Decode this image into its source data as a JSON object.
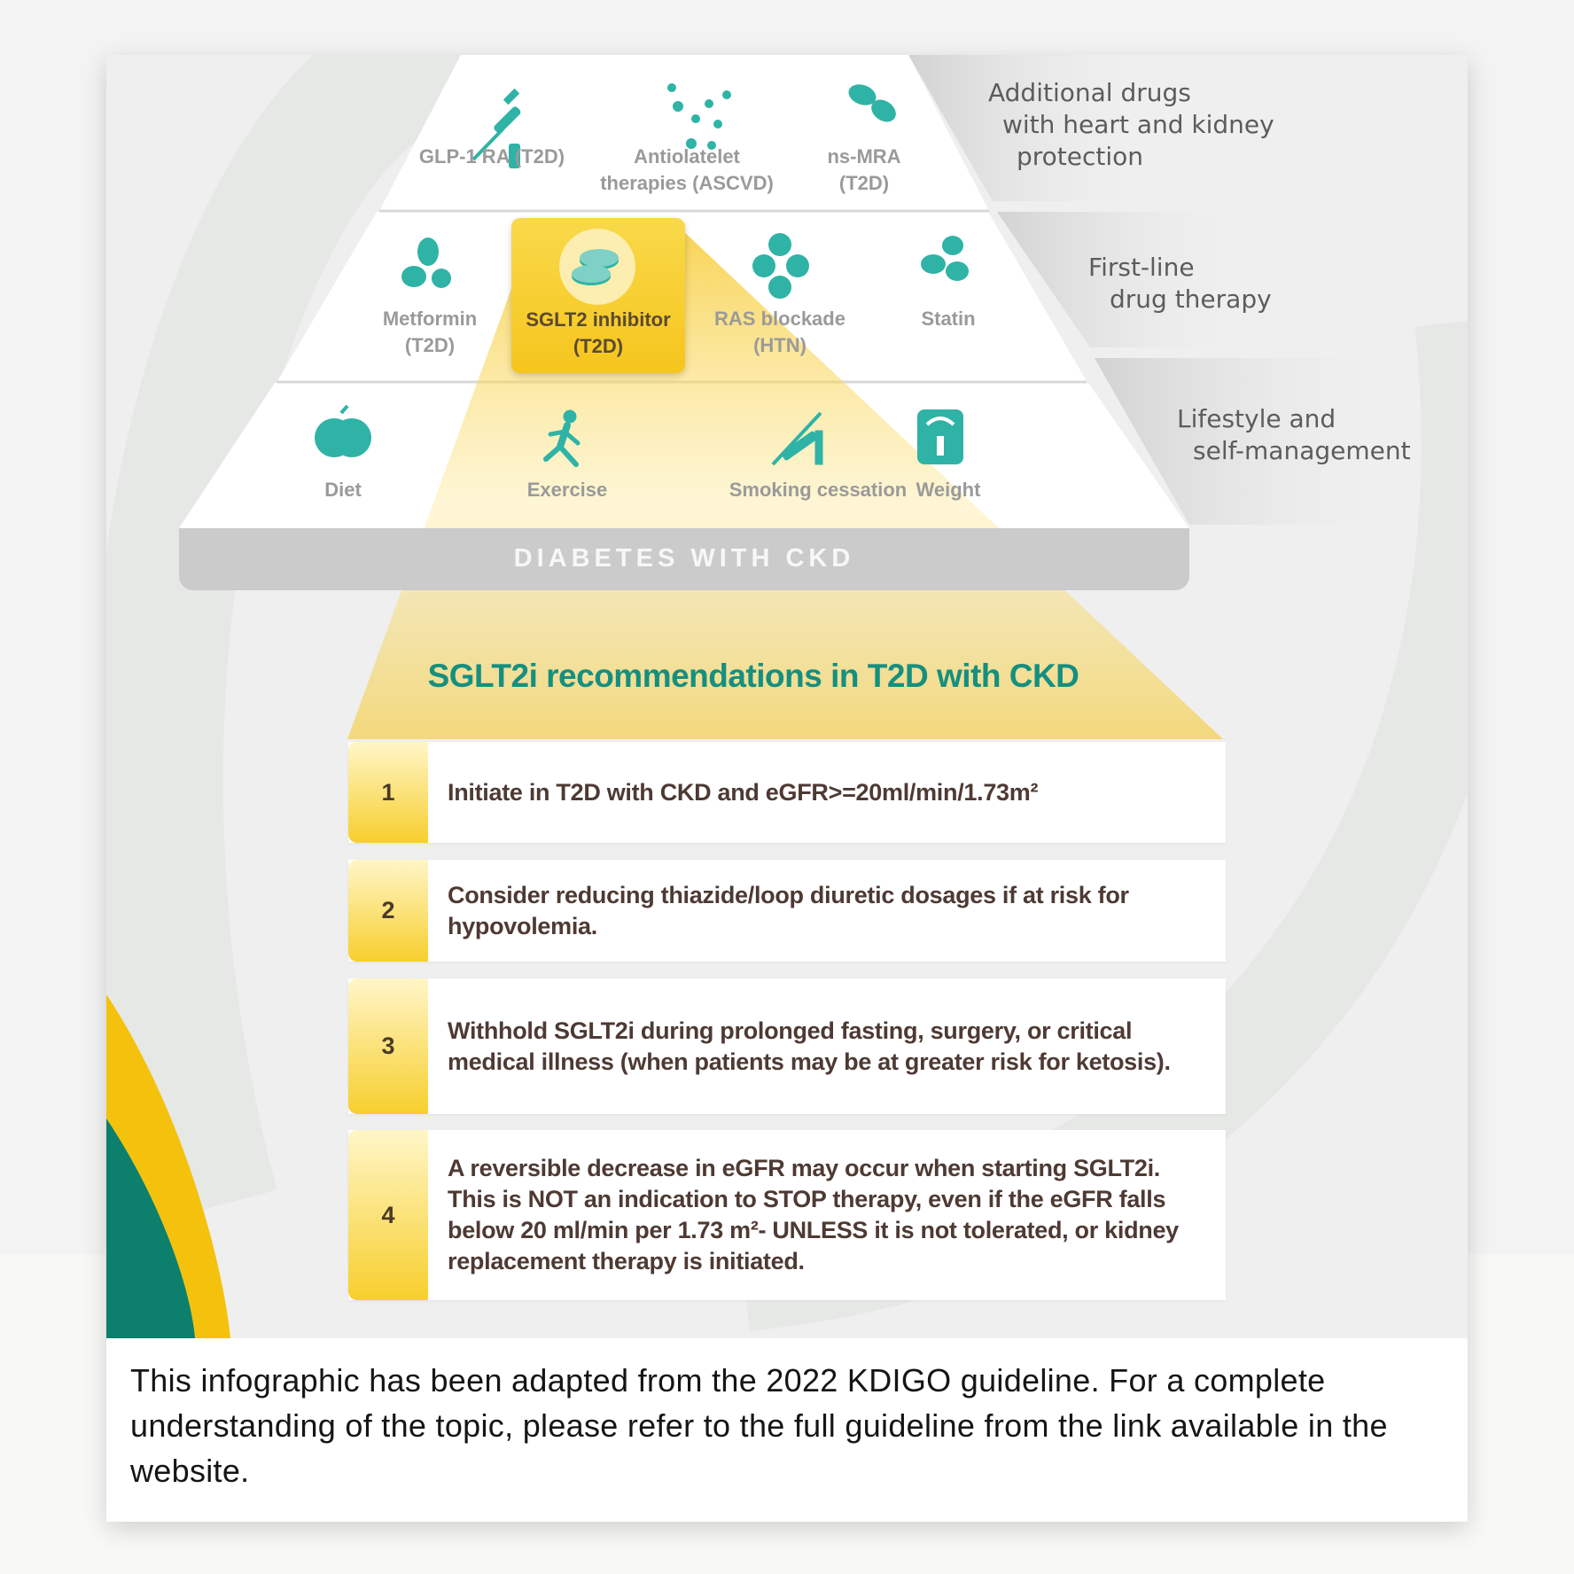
{
  "pyramid": {
    "tiers": [
      {
        "label_lines": [
          "Additional drugs",
          "with heart and kidney",
          "protection"
        ],
        "items": [
          {
            "icon": "syringe-icon",
            "lines": [
              "GLP-1 RA (T2D)"
            ]
          },
          {
            "icon": "pills-scatter-icon",
            "lines": [
              "Antiolatelet",
              "therapies (ASCVD)"
            ]
          },
          {
            "icon": "capsules-icon",
            "lines": [
              "ns-MRA",
              "(T2D)"
            ]
          }
        ]
      },
      {
        "label_lines": [
          "First-line",
          "drug therapy"
        ],
        "items": [
          {
            "icon": "pills-icon",
            "lines": [
              "Metformin",
              "(T2D)"
            ]
          },
          {
            "icon": "tablet-icon",
            "lines": [
              "SGLT2 inhibitor",
              "(T2D)"
            ],
            "highlighted": true
          },
          {
            "icon": "pills-cluster-icon",
            "lines": [
              "RAS blockade",
              "(HTN)"
            ]
          },
          {
            "icon": "pills-icon",
            "lines": [
              "Statin"
            ]
          }
        ]
      },
      {
        "label_lines": [
          "Lifestyle and",
          "self-management"
        ],
        "items": [
          {
            "icon": "apple-icon",
            "lines": [
              "Diet"
            ]
          },
          {
            "icon": "running-person-icon",
            "lines": [
              "Exercise"
            ]
          },
          {
            "icon": "no-smoking-icon",
            "lines": [
              "Smoking cessation"
            ]
          },
          {
            "icon": "scale-icon",
            "lines": [
              "Weight"
            ]
          }
        ]
      }
    ],
    "base_label": "DIABETES WITH CKD"
  },
  "recommendations": {
    "title": "SGLT2i recommendations in T2D with CKD",
    "items": [
      {
        "number": "1",
        "text": "Initiate in T2D with CKD and eGFR>=20ml/min/1.73m²"
      },
      {
        "number": "2",
        "text": "Consider reducing thiazide/loop diuretic dosages if at risk for hypovolemia."
      },
      {
        "number": "3",
        "text": "Withhold SGLT2i during prolonged fasting, surgery, or critical medical illness (when patients may be at greater risk for ketosis)."
      },
      {
        "number": "4",
        "text": "A reversible decrease in eGFR may occur when starting SGLT2i. This is NOT an indication to STOP therapy, even if the eGFR falls below 20 ml/min per 1.73 m²- UNLESS it is not tolerated, or kidney replacement therapy is initiated."
      }
    ]
  },
  "footer": {
    "text": "This infographic has been adapted from the 2022 KDIGO guideline. For a complete understanding of the topic, please refer to the full guideline from the link available in the website."
  },
  "colors": {
    "teal": "#2fb3a6",
    "yellow": "#f6c51d",
    "title_teal": "#158f7f",
    "dark_green": "#0c7f6d"
  }
}
